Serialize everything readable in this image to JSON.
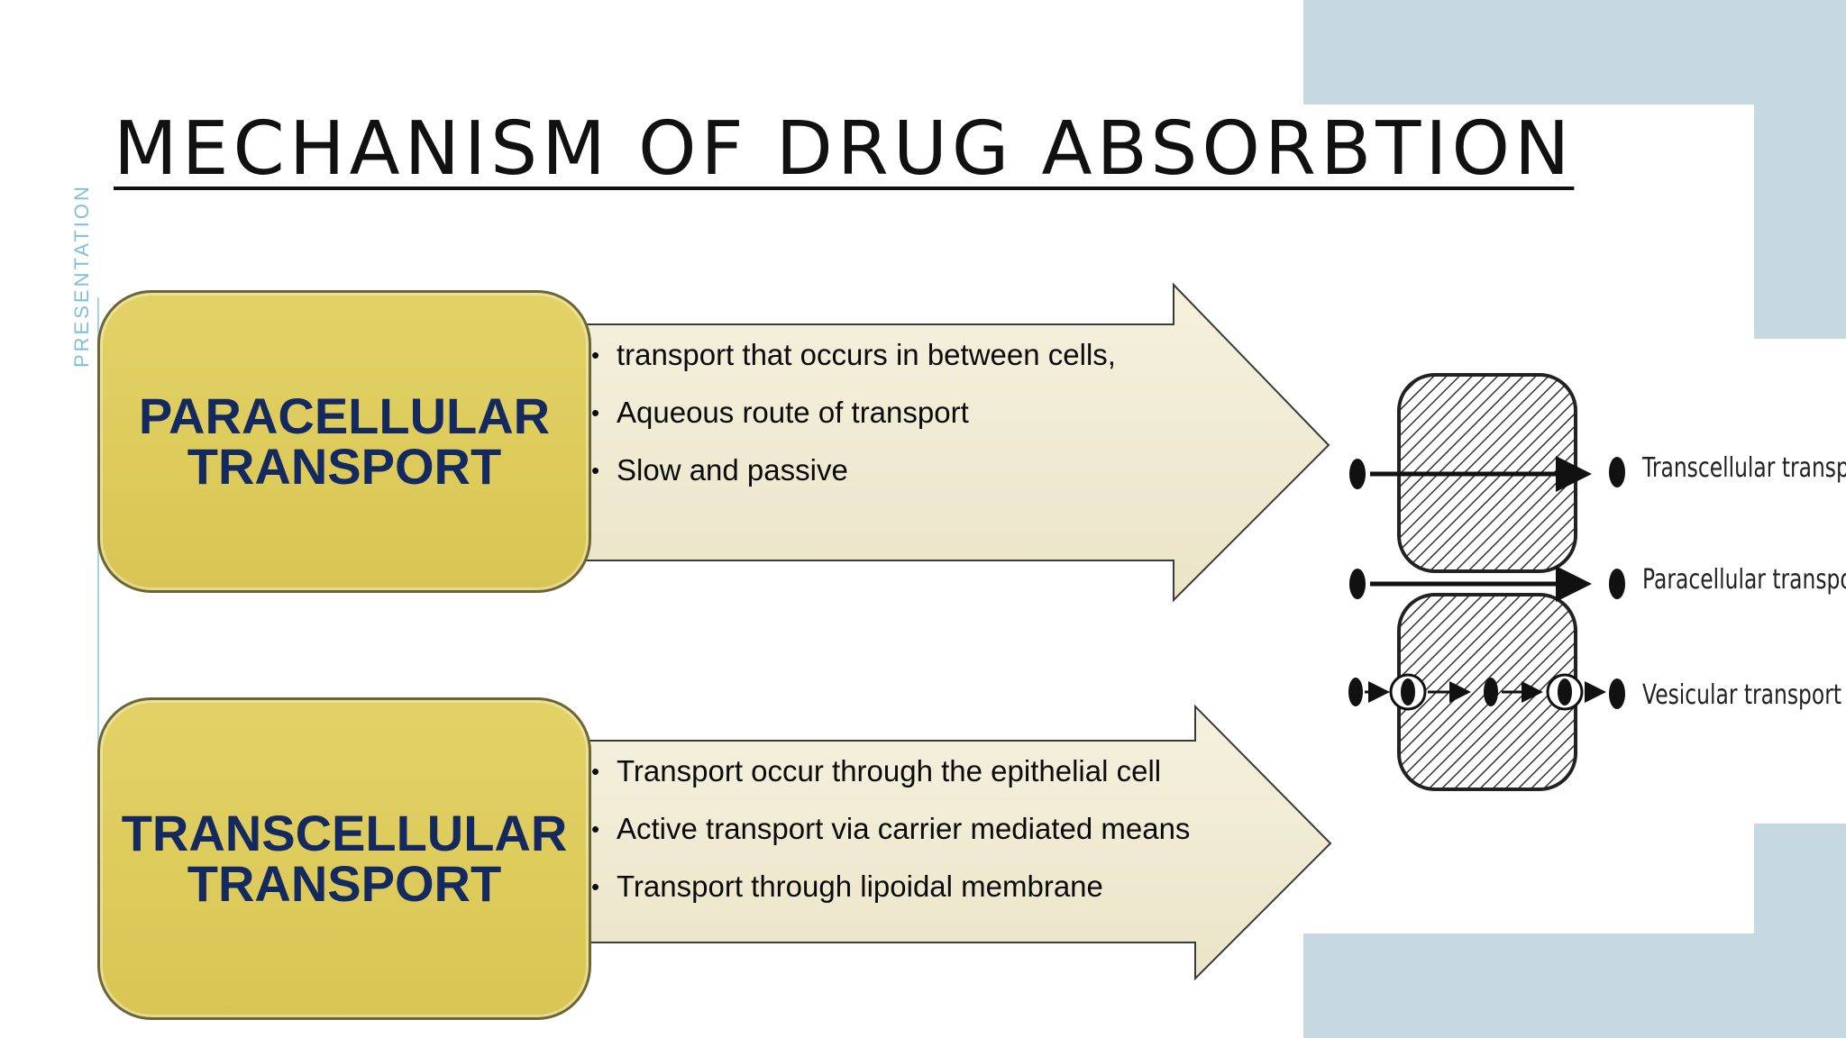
{
  "title": "MECHANISM OF DRUG ABSORBTION",
  "side_label": "PRESENTATION",
  "colors": {
    "box_fill": "#ddcb5c",
    "box_text": "#13295f",
    "arrow_fill": "#f1ecd6",
    "accent_block": "#c6d9e1"
  },
  "sections": [
    {
      "box_lines": [
        "PARACELLULAR",
        "TRANSPORT"
      ],
      "bullets": [
        "transport that occurs in between cells,",
        "Aqueous route of transport",
        "Slow and passive"
      ]
    },
    {
      "box_lines": [
        "TRANSCELLULAR",
        "TRANSPORT"
      ],
      "bullets": [
        "Transport occur through the epithelial cell",
        "Active transport via carrier mediated means",
        "Transport through lipoidal membrane"
      ]
    }
  ],
  "figure": {
    "labels": [
      "Transcellular transport",
      "Paracellular transport",
      "Vesicular transport"
    ]
  }
}
